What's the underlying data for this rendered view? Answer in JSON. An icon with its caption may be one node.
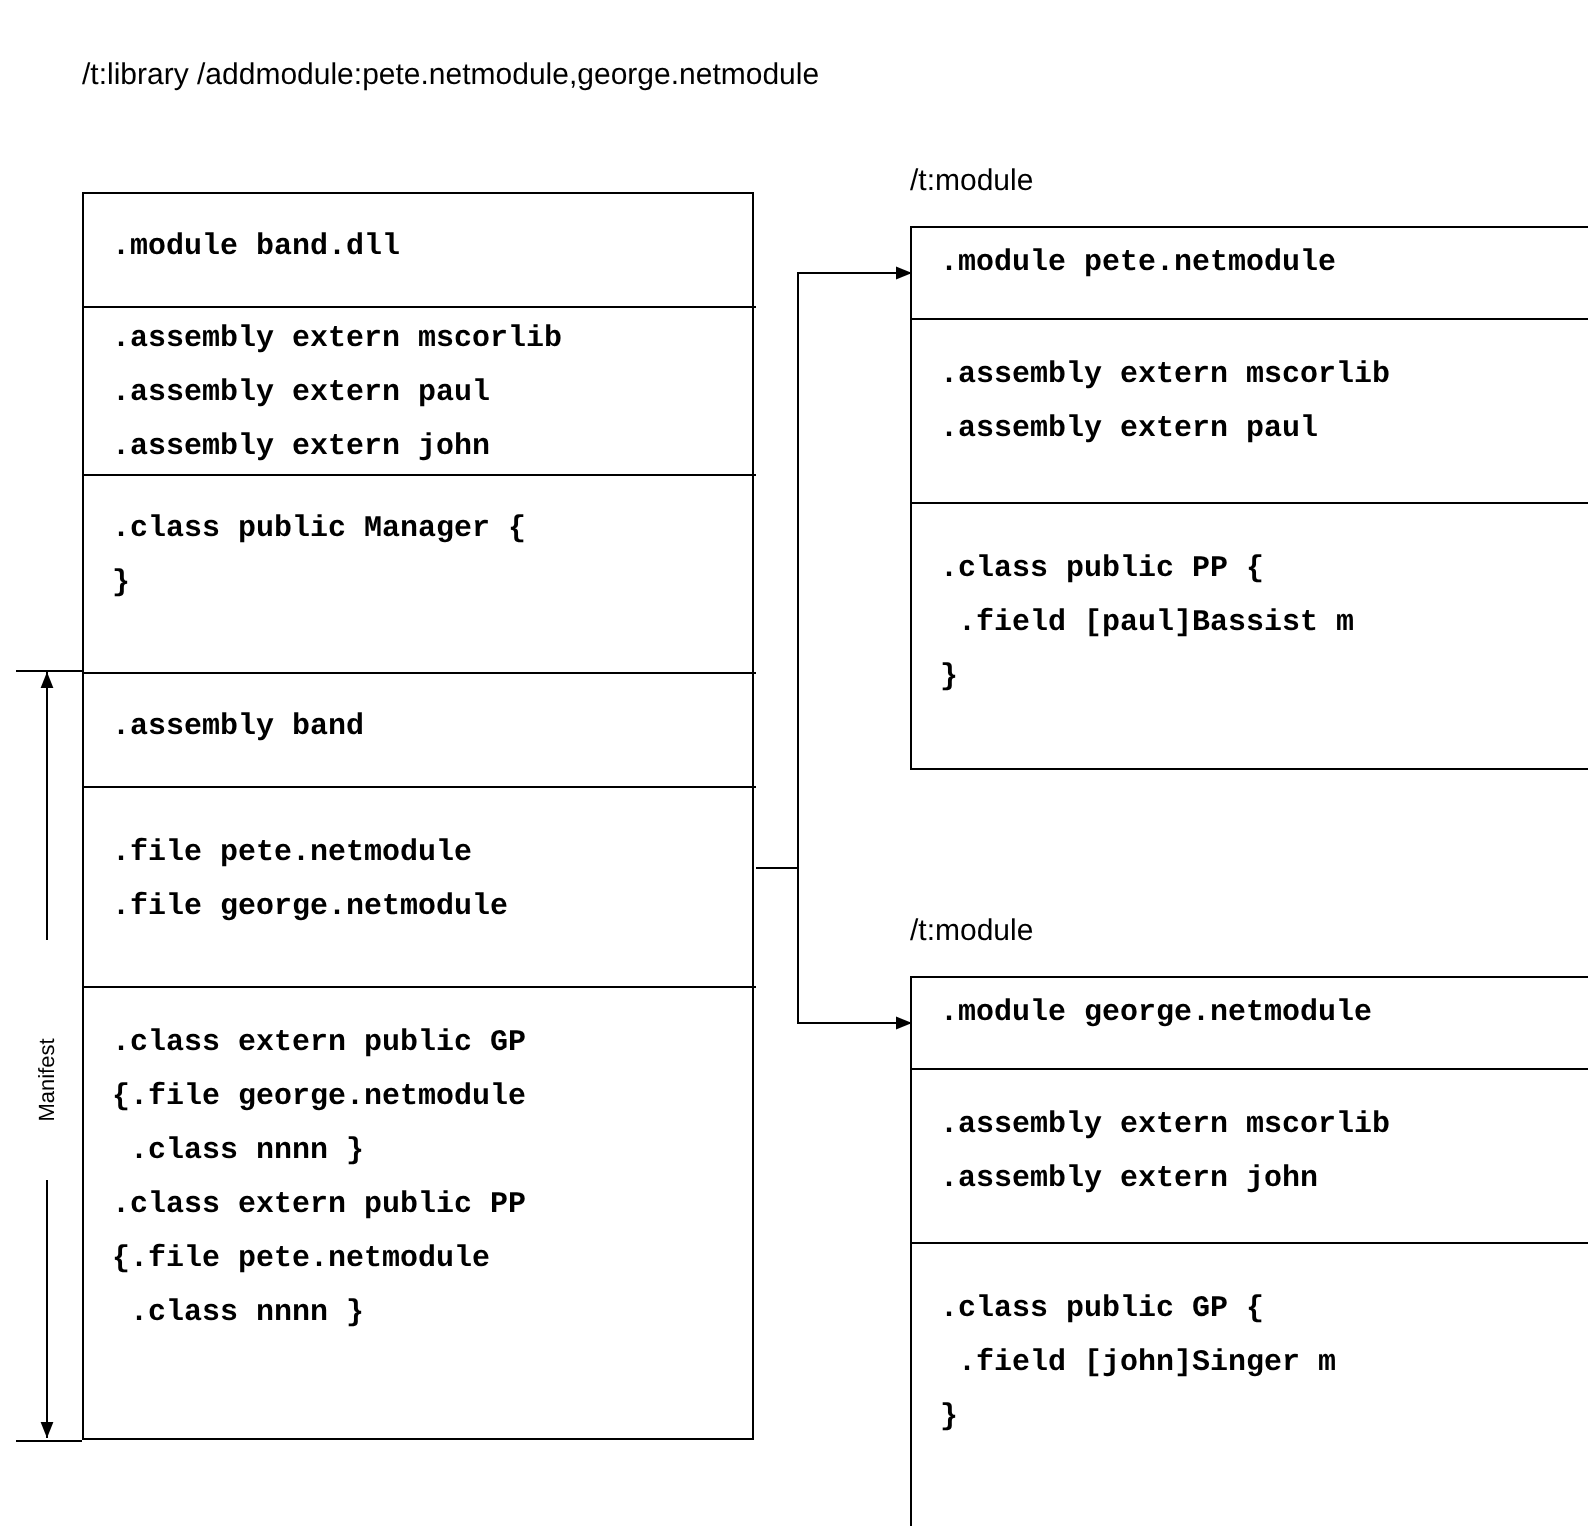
{
  "diagram": {
    "title": "/t:library /addmodule:pete.netmodule,george.netmodule",
    "nodes": [
      {
        "text": [],
        "shape": "box"
      },
      {
        "text": [
          ".module band.dll"
        ],
        "in": 0
      },
      {
        "text": [
          ".assembly extern mscorlib",
          ".assembly extern paul",
          ".assembly extern john"
        ],
        "in": 0
      },
      {
        "text": [
          ".class public Manager {",
          "}"
        ],
        "in": 0
      },
      {
        "text": [
          ".assembly band"
        ],
        "in": 0
      },
      {
        "text": [
          ".file pete.netmodule",
          ".file george.netmodule"
        ],
        "in": 0
      },
      {
        "text": [
          ".class extern public GP",
          "{.file george.netmodule",
          " .class nnnn }",
          ".class extern public PP",
          "{.file pete.netmodule",
          " .class nnnn }"
        ],
        "in": 0
      },
      {
        "text": [
          "/t:module"
        ]
      },
      {
        "text": [
          ".module pete.netmodule"
        ],
        "in": 7
      },
      {
        "text": [
          ".assembly extern mscorlib",
          ".assembly extern paul"
        ],
        "in": 7
      },
      {
        "text": [
          ".class public PP {",
          " .field [paul]Bassist m",
          "}"
        ],
        "in": 7
      },
      {
        "text": [
          "/t:module"
        ]
      },
      {
        "text": [
          ".module george.netmodule"
        ],
        "in": 11
      },
      {
        "text": [
          ".assembly extern mscorlib",
          ".assembly extern john"
        ],
        "in": 11
      },
      {
        "text": [
          ".class public GP {",
          " .field [john]Singer m",
          "}"
        ],
        "in": 11
      }
    ],
    "edges": [
      {
        "from": 5,
        "to": 8,
        "arrow": "to"
      },
      {
        "from": 5,
        "to": 12,
        "arrow": "to"
      }
    ],
    "labels": [
      "Manifest"
    ]
  }
}
